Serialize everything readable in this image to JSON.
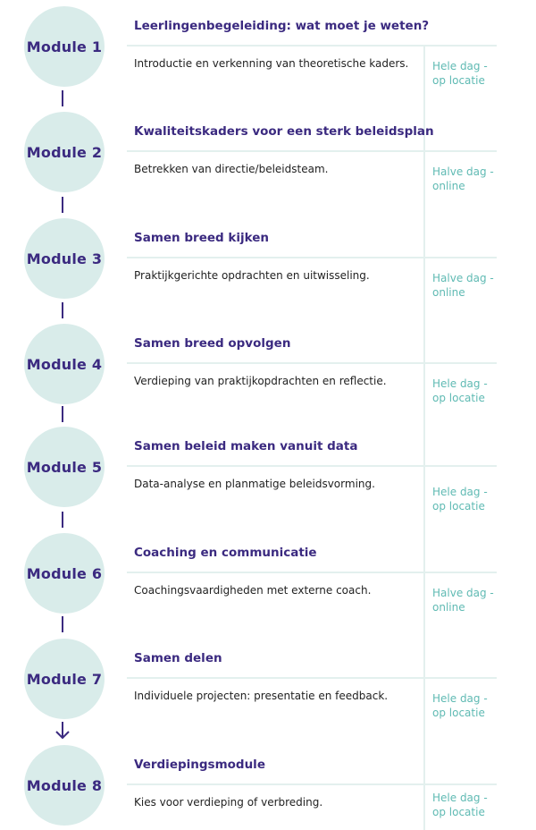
{
  "modules": [
    {
      "label": "Module 1",
      "title": "Leerlingenbegeleiding: wat moet je weten?",
      "description": "Introductie en verkenning van theoretische kaders.",
      "mode_line1": "Hele dag -",
      "mode_line2": "op locatie"
    },
    {
      "label": "Module 2",
      "title": "Kwaliteitskaders voor een sterk beleidsplan",
      "description": "Betrekken van directie/beleidsteam.",
      "mode_line1": "Halve dag -",
      "mode_line2": "online"
    },
    {
      "label": "Module 3",
      "title": "Samen breed kijken",
      "description": "Praktijkgerichte opdrachten en uitwisseling.",
      "mode_line1": "Halve dag -",
      "mode_line2": "online"
    },
    {
      "label": "Module 4",
      "title": "Samen breed opvolgen",
      "description": "Verdieping van praktijkopdrachten en reflectie.",
      "mode_line1": "Hele dag -",
      "mode_line2": "op locatie"
    },
    {
      "label": "Module 5",
      "title": "Samen beleid maken vanuit data",
      "description": "Data-analyse en planmatige beleidsvorming.",
      "mode_line1": "Hele dag -",
      "mode_line2": "op locatie"
    },
    {
      "label": "Module 6",
      "title": "Coaching en communicatie",
      "description": "Coachingsvaardigheden met externe coach.",
      "mode_line1": "Halve dag -",
      "mode_line2": "online"
    },
    {
      "label": "Module 7",
      "title": "Samen delen",
      "description": "Individuele projecten: presentatie en feedback.",
      "mode_line1": "Hele dag -",
      "mode_line2": "op locatie"
    },
    {
      "label": "Module 8",
      "title": "Verdiepingsmodule",
      "description": "Kies voor verdieping of verbreding.",
      "mode_line1": "Hele dag -",
      "mode_line2": "op locatie"
    }
  ],
  "colors": {
    "accent": "#3b2a80",
    "circle": "#d9ecea",
    "mode_text": "#5fbab3",
    "divider": "#e3f0ee"
  }
}
